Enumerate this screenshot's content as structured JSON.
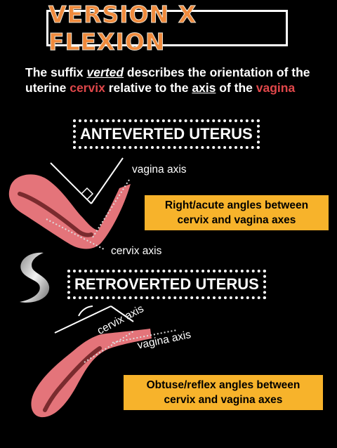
{
  "title": "VERSION X FLEXION",
  "intro": {
    "t1": "The suffix ",
    "verted": "verted",
    "t2": " describes the orientation of the uterine ",
    "cervix": "cervix",
    "t3": " relative to the ",
    "axis": "axis",
    "t4": " of the ",
    "vagina": "vagina"
  },
  "anteverted": {
    "label": "ANTEVERTED UTERUS",
    "vagina_axis": "vagina axis",
    "cervix_axis": "cervix axis",
    "callout_line1": "Right/acute angles between",
    "callout_line2": "cervix and vagina axes"
  },
  "retroverted": {
    "label": "RETROVERTED UTERUS",
    "cervix_axis": "cervix axis",
    "vagina_axis": "vagina axis",
    "callout_line1": "Obtuse/reflex angles between",
    "callout_line2": "cervix and vagina axes"
  },
  "colors": {
    "uterus": "#e4747a",
    "uterus_inner": "#7a2b2e",
    "callout": "#f7b32b",
    "title_orange": "#f08a3c",
    "accent_red": "#e0474a"
  }
}
